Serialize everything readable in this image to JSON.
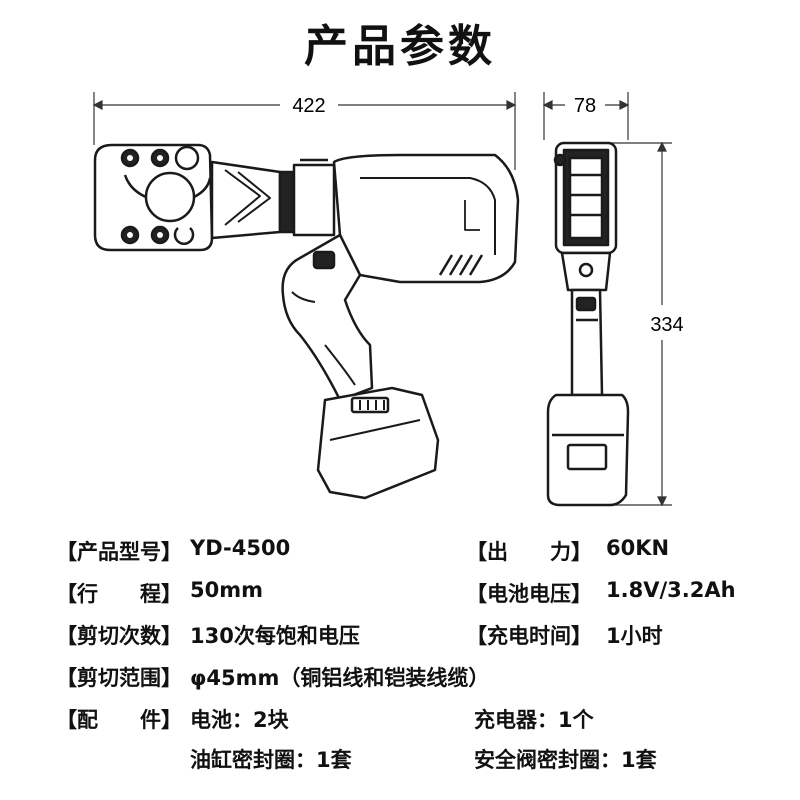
{
  "title": "产品参数",
  "dimensions": {
    "width": "422",
    "depth": "78",
    "height": "334"
  },
  "specs": {
    "model_label": "【产品型号】",
    "model_value": "YD-4500",
    "force_label": "【出　　力】",
    "force_value": "60KN",
    "stroke_label": "【行　　程】",
    "stroke_value": "50mm",
    "battery_label": "【电池电压】",
    "battery_value": "1.8V/3.2Ah",
    "cuts_label": "【剪切次数】",
    "cuts_value": "130次每饱和电压",
    "charge_label": "【充电时间】",
    "charge_value": "1小时",
    "range_label": "【剪切范围】",
    "range_value": "φ45mm（铜铝线和铠装线缆）",
    "accessories_label": "【配　　件】",
    "acc_battery": "电池：2块",
    "acc_charger": "充电器：1个",
    "acc_seal": "油缸密封圈：1套",
    "acc_valve_seal": "安全阀密封圈：1套"
  }
}
